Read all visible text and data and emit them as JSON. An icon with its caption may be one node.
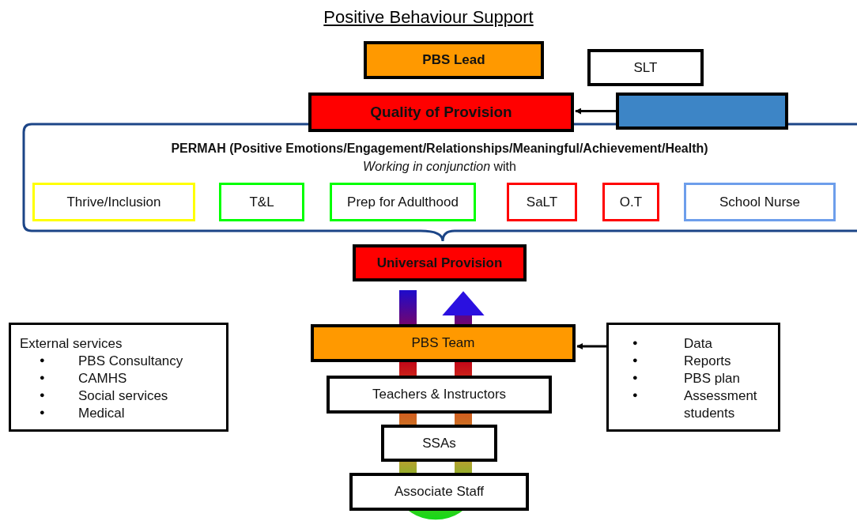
{
  "diagram": {
    "title": "Positive Behaviour Support",
    "nodes": [
      {
        "text": [
          "PBS Lead"
        ]
      },
      {
        "text": [
          "SLT"
        ]
      },
      {
        "text": [
          "Quality of Provision"
        ]
      },
      {
        "text": [],
        "shape": "box"
      },
      {
        "text": [
          "PERMAH (Positive Emotions/Engagement/Relationships/Meaningful/Achievement/Health)",
          "*Working in conjunction* with"
        ]
      },
      {
        "text": [
          "Thrive/Inclusion"
        ],
        "in": 4
      },
      {
        "text": [
          "T&L"
        ],
        "in": 4
      },
      {
        "text": [
          "Prep for Adulthood"
        ],
        "in": 4
      },
      {
        "text": [
          "SaLT"
        ],
        "in": 4
      },
      {
        "text": [
          "O.T"
        ],
        "in": 4
      },
      {
        "text": [
          "School Nurse"
        ],
        "in": 4
      },
      {
        "text": [
          "Universal Provision"
        ]
      },
      {
        "text": [
          "External services",
          "PBS Consultancy",
          "CAMHS",
          "Social services",
          "Medical"
        ]
      },
      {
        "text": [
          "PBS Team"
        ]
      },
      {
        "text": [
          "Teachers & Instructors"
        ]
      },
      {
        "text": [
          "SSAs"
        ]
      },
      {
        "text": [
          "Associate Staff"
        ]
      },
      {
        "text": [
          "Data",
          "Reports",
          "PBS plan",
          "Assessment students"
        ]
      }
    ],
    "edges": [
      {
        "from": 3,
        "to": 2,
        "arrow": "to"
      },
      {
        "from": 17,
        "to": 13,
        "arrow": "to"
      }
    ],
    "labels": [
      "●",
      "●",
      "●",
      "●",
      "●",
      "●",
      "●",
      "●"
    ]
  }
}
